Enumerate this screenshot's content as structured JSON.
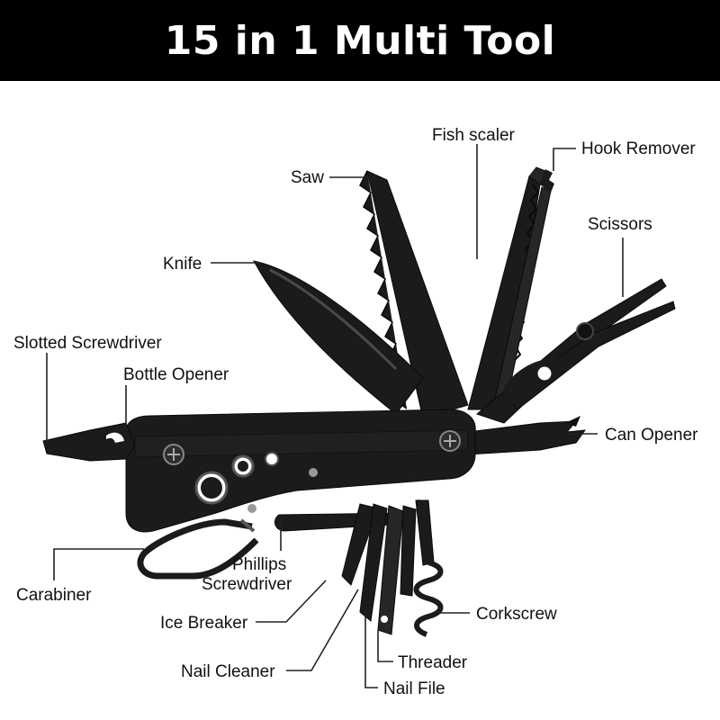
{
  "title": "15 in 1 Multi Tool",
  "labels": {
    "fish_scaler": "Fish scaler",
    "hook_remover": "Hook Remover",
    "saw": "Saw",
    "scissors": "Scissors",
    "knife": "Knife",
    "slotted_screwdriver": "Slotted Screwdriver",
    "bottle_opener": "Bottle Opener",
    "can_opener": "Can Opener",
    "phillips_line1": "Phillips",
    "phillips_line2": "Screwdriver",
    "carabiner": "Carabiner",
    "corkscrew": "Corkscrew",
    "ice_breaker": "Ice Breaker",
    "threader": "Threader",
    "nail_cleaner": "Nail Cleaner",
    "nail_file": "Nail File"
  },
  "colors": {
    "header_bg": "#000000",
    "header_text": "#ffffff",
    "tool_body": "#1b1b1b"
  }
}
